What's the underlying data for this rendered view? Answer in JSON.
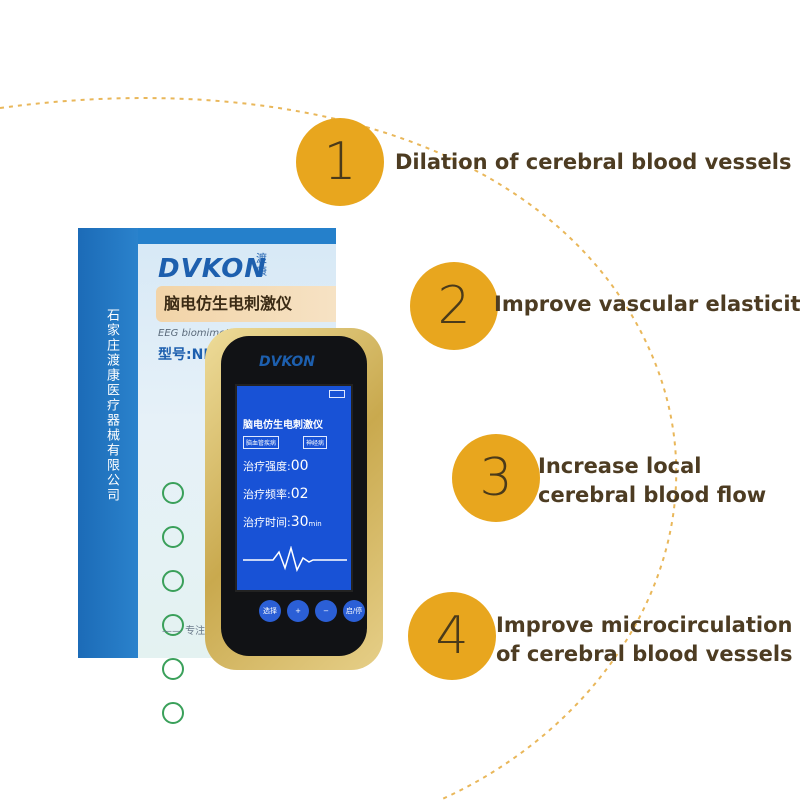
{
  "features": [
    {
      "number": "1",
      "lines": [
        "Dilation of cerebral blood vessels"
      ]
    },
    {
      "number": "2",
      "lines": [
        "Improve vascular elasticity"
      ]
    },
    {
      "number": "3",
      "lines": [
        "Increase local",
        "cerebral blood flow"
      ]
    },
    {
      "number": "4",
      "lines": [
        "Improve microcirculation",
        "of cerebral blood vessels"
      ]
    }
  ],
  "colors": {
    "accent": "#e8a61e",
    "text": "#4d3c22",
    "arc": "#e9b75a"
  },
  "product": {
    "box_brand": "DVKON",
    "box_brand_cn": "渡康",
    "box_title": "脑电仿生电刺激仪",
    "box_en": "EEG biomimetic elect",
    "box_model": "型号:NK-IA0",
    "box_side_text": "石家庄渡康医疗器械有限公司",
    "box_slogan": "—— 专注脑病",
    "device_brand": "DVKON",
    "screen": {
      "title": "脑电仿生电刺激仪",
      "tag1": "脑血管疾病",
      "tag2": "神经病",
      "row1_label": "治疗强度:",
      "row1_value": "00",
      "row2_label": "治疗频率:",
      "row2_value": "02",
      "row3_label": "治疗时间:",
      "row3_value": "30",
      "row3_unit": "min"
    },
    "buttons": [
      "选择",
      "+",
      "−",
      "启/停"
    ]
  }
}
